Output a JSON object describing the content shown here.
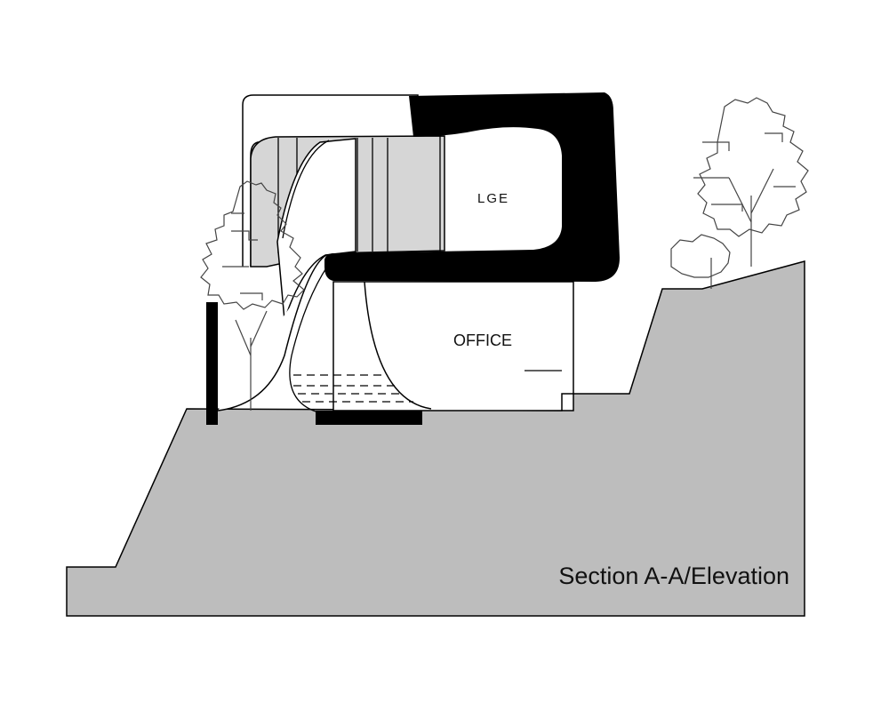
{
  "drawing": {
    "caption": "Section A-A/Elevation",
    "rooms": {
      "upper": "LGE",
      "lower": "OFFICE"
    }
  },
  "colors": {
    "ground": "#bdbdbd",
    "glass": "#d6d6d6",
    "structure": "#000000",
    "background": "#ffffff"
  }
}
